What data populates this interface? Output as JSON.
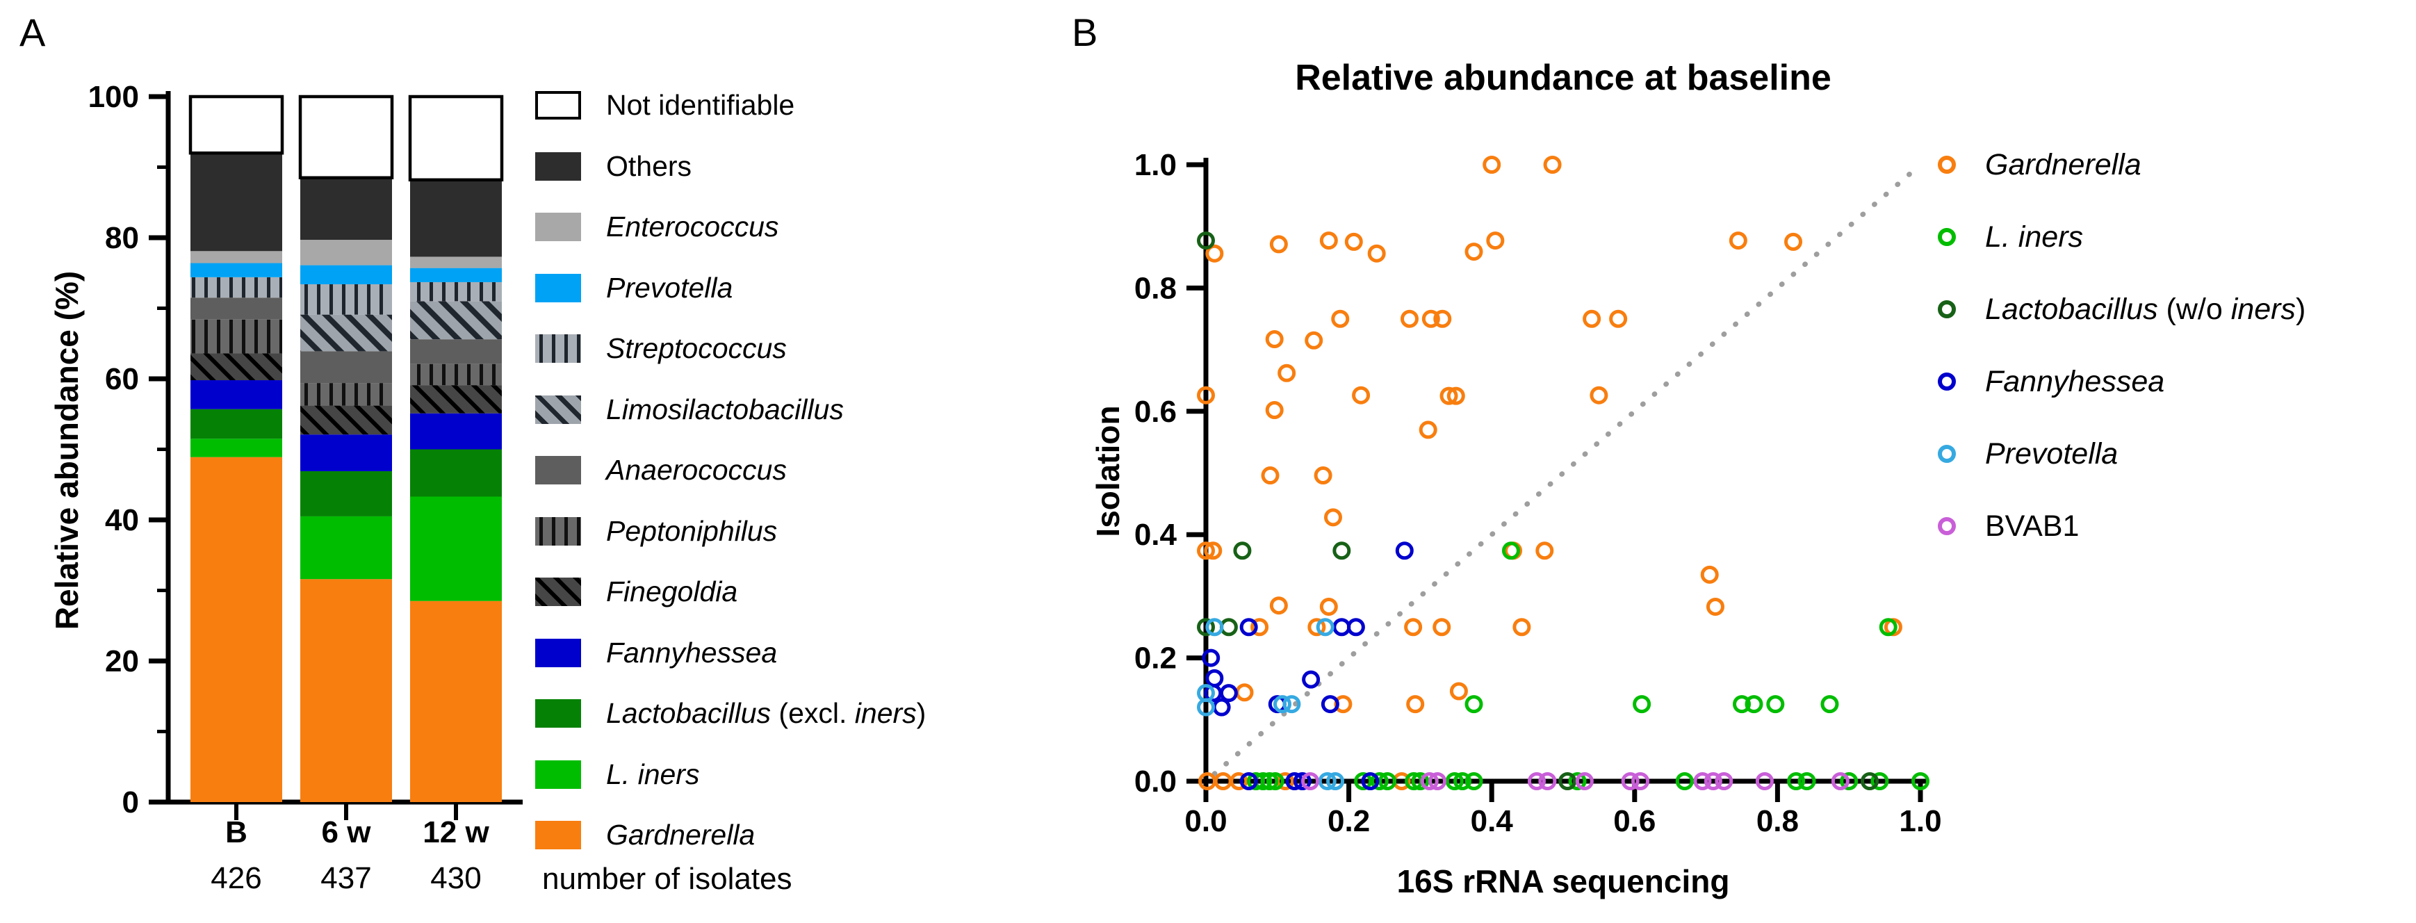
{
  "chart_data": [
    {
      "id": "panel_a",
      "type": "bar",
      "stacked": true,
      "panel_label": "A",
      "ylabel": "Relative abundance (%)",
      "ylim": [
        0,
        100
      ],
      "yticks": [
        0,
        20,
        40,
        60,
        80,
        100
      ],
      "minor_yticks": [
        10,
        30,
        50,
        70,
        90
      ],
      "categories": [
        "B",
        "6 w",
        "12 w"
      ],
      "category_counts": [
        "426",
        "437",
        "430"
      ],
      "counts_note": "number of isolates",
      "series_bottom_to_top": [
        {
          "name": "Gardnerella",
          "italic": true,
          "pattern": "solid",
          "color": "#F87E0F",
          "values": [
            48.9,
            31.6,
            28.5
          ]
        },
        {
          "name": "L. iners",
          "italic": true,
          "pattern": "solid",
          "color": "#00BD00",
          "values": [
            2.6,
            8.9,
            14.8
          ]
        },
        {
          "name": "Lactobacillus (excl. iners)",
          "italic": false,
          "pattern": "solid",
          "color": "#058205",
          "label_parts": [
            {
              "t": "Lactobacillus",
              "i": true
            },
            {
              "t": " (excl. ",
              "i": false
            },
            {
              "t": "iners",
              "i": true
            },
            {
              "t": ")",
              "i": false
            }
          ],
          "values": [
            4.2,
            6.4,
            6.7
          ]
        },
        {
          "name": "Fannyhessea",
          "italic": true,
          "pattern": "solid",
          "color": "#0000CD",
          "values": [
            4.1,
            5.2,
            5.1
          ]
        },
        {
          "name": "Finegoldia",
          "italic": true,
          "pattern": "diag-dark",
          "color": "#464646",
          "values": [
            3.8,
            4.1,
            4.0
          ]
        },
        {
          "name": "Peptoniphilus",
          "italic": true,
          "pattern": "vert-dark",
          "color": "#696969",
          "values": [
            4.8,
            3.2,
            3.0
          ]
        },
        {
          "name": "Anaerococcus",
          "italic": true,
          "pattern": "solid",
          "color": "#5E5E5E",
          "values": [
            3.1,
            4.5,
            3.5
          ]
        },
        {
          "name": "Limosilactobacillus",
          "italic": true,
          "pattern": "diag-light",
          "color": "#9EA4AB",
          "values": [
            0,
            5.2,
            5.4
          ]
        },
        {
          "name": "Streptococcus",
          "italic": true,
          "pattern": "vert-light",
          "color": "#A9AFB6",
          "values": [
            2.9,
            4.3,
            2.7
          ]
        },
        {
          "name": "Prevotella",
          "italic": true,
          "pattern": "solid",
          "color": "#00A2F5",
          "values": [
            2.0,
            2.7,
            2.0
          ]
        },
        {
          "name": "Enterococcus",
          "italic": true,
          "pattern": "solid",
          "color": "#A8A8A8",
          "values": [
            1.7,
            3.6,
            1.6
          ]
        },
        {
          "name": "Others",
          "italic": false,
          "pattern": "solid",
          "color": "#2D2D2D",
          "values": [
            13.9,
            8.8,
            10.9
          ]
        },
        {
          "name": "Not identifiable",
          "italic": false,
          "pattern": "outlined",
          "color": "#FFFFFF",
          "values": [
            8.0,
            11.5,
            11.8
          ]
        }
      ]
    },
    {
      "id": "panel_b",
      "type": "scatter",
      "panel_label": "B",
      "title": "Relative abundance at baseline",
      "xlabel": "16S rRNA sequencing",
      "ylabel": "Isolation",
      "xlim": [
        0,
        1
      ],
      "ylim": [
        0,
        1
      ],
      "xtick_labels": [
        "0.0",
        "0.2",
        "0.4",
        "0.6",
        "0.8",
        "1.0"
      ],
      "ytick_labels": [
        "0.0",
        "0.2",
        "0.4",
        "0.6",
        "0.8",
        "1.0"
      ],
      "identity_line": true,
      "identity_line_color": "#9E9E9E",
      "series": [
        {
          "name": "Gardnerella",
          "italic": true,
          "color": "#F87E0F",
          "points": [
            [
              0.4,
              1.0
            ],
            [
              0.485,
              1.0
            ],
            [
              0.012,
              0.856
            ],
            [
              0.102,
              0.871
            ],
            [
              0.172,
              0.877
            ],
            [
              0.207,
              0.875
            ],
            [
              0.239,
              0.856
            ],
            [
              0.375,
              0.859
            ],
            [
              0.405,
              0.877
            ],
            [
              0.745,
              0.877
            ],
            [
              0.822,
              0.875
            ],
            [
              0.188,
              0.75
            ],
            [
              0.285,
              0.75
            ],
            [
              0.315,
              0.75
            ],
            [
              0.331,
              0.75
            ],
            [
              0.54,
              0.75
            ],
            [
              0.577,
              0.75
            ],
            [
              0.096,
              0.717
            ],
            [
              0.151,
              0.715
            ],
            [
              0.113,
              0.662
            ],
            [
              0.0,
              0.626
            ],
            [
              0.217,
              0.626
            ],
            [
              0.34,
              0.625
            ],
            [
              0.35,
              0.625
            ],
            [
              0.55,
              0.626
            ],
            [
              0.096,
              0.602
            ],
            [
              0.311,
              0.57
            ],
            [
              0.09,
              0.496
            ],
            [
              0.164,
              0.496
            ],
            [
              0.178,
              0.428
            ],
            [
              0.0,
              0.374
            ],
            [
              0.01,
              0.374
            ],
            [
              0.43,
              0.374
            ],
            [
              0.474,
              0.374
            ],
            [
              0.705,
              0.335
            ],
            [
              0.102,
              0.285
            ],
            [
              0.172,
              0.283
            ],
            [
              0.713,
              0.283
            ],
            [
              0.075,
              0.25
            ],
            [
              0.155,
              0.25
            ],
            [
              0.29,
              0.25
            ],
            [
              0.33,
              0.25
            ],
            [
              0.442,
              0.25
            ],
            [
              0.962,
              0.25
            ],
            [
              0.054,
              0.144
            ],
            [
              0.354,
              0.146
            ],
            [
              0.192,
              0.125
            ],
            [
              0.293,
              0.125
            ],
            [
              0.002,
              0.0
            ],
            [
              0.024,
              0.0
            ],
            [
              0.046,
              0.0
            ],
            [
              0.111,
              0.0
            ],
            [
              0.274,
              0.0
            ]
          ]
        },
        {
          "name": "L. iners",
          "italic": true,
          "color": "#00BD00",
          "points": [
            [
              0.427,
              0.374
            ],
            [
              0.955,
              0.25
            ],
            [
              0.375,
              0.125
            ],
            [
              0.61,
              0.125
            ],
            [
              0.75,
              0.125
            ],
            [
              0.767,
              0.125
            ],
            [
              0.797,
              0.125
            ],
            [
              0.873,
              0.125
            ],
            [
              0.07,
              0.0
            ],
            [
              0.08,
              0.0
            ],
            [
              0.089,
              0.0
            ],
            [
              0.097,
              0.0
            ],
            [
              0.22,
              0.0
            ],
            [
              0.243,
              0.0
            ],
            [
              0.254,
              0.0
            ],
            [
              0.291,
              0.0
            ],
            [
              0.3,
              0.0
            ],
            [
              0.348,
              0.0
            ],
            [
              0.359,
              0.0
            ],
            [
              0.375,
              0.0
            ],
            [
              0.52,
              0.0
            ],
            [
              0.67,
              0.0
            ],
            [
              0.826,
              0.0
            ],
            [
              0.841,
              0.0
            ],
            [
              0.9,
              0.0
            ],
            [
              0.943,
              0.0
            ],
            [
              1.0,
              0.0
            ]
          ]
        },
        {
          "name": "Lactobacillus (w/o iners)",
          "italic": false,
          "color": "#176117",
          "label_parts": [
            {
              "t": "Lactobacillus",
              "i": true
            },
            {
              "t": " (w/o ",
              "i": false
            },
            {
              "t": "iners",
              "i": true
            },
            {
              "t": ")",
              "i": false
            }
          ],
          "points": [
            [
              0.0,
              0.877
            ],
            [
              0.051,
              0.374
            ],
            [
              0.19,
              0.374
            ],
            [
              0.0,
              0.25
            ],
            [
              0.032,
              0.25
            ],
            [
              0.506,
              0.0
            ],
            [
              0.929,
              0.0
            ]
          ]
        },
        {
          "name": "Fannyhessea",
          "italic": true,
          "color": "#0000CD",
          "points": [
            [
              0.278,
              0.374
            ],
            [
              0.06,
              0.25
            ],
            [
              0.19,
              0.25
            ],
            [
              0.21,
              0.25
            ],
            [
              0.007,
              0.2
            ],
            [
              0.012,
              0.167
            ],
            [
              0.147,
              0.165
            ],
            [
              0.01,
              0.143
            ],
            [
              0.032,
              0.143
            ],
            [
              0.022,
              0.12
            ],
            [
              0.1,
              0.125
            ],
            [
              0.174,
              0.125
            ],
            [
              0.06,
              0.0
            ],
            [
              0.124,
              0.0
            ],
            [
              0.135,
              0.0
            ],
            [
              0.23,
              0.0
            ]
          ]
        },
        {
          "name": "Prevotella",
          "italic": true,
          "color": "#36A9E1",
          "points": [
            [
              0.012,
              0.25
            ],
            [
              0.167,
              0.25
            ],
            [
              0.0,
              0.143
            ],
            [
              0.0,
              0.12
            ],
            [
              0.107,
              0.125
            ],
            [
              0.12,
              0.125
            ],
            [
              0.17,
              0.0
            ],
            [
              0.181,
              0.0
            ]
          ]
        },
        {
          "name": "BVAB1",
          "italic": false,
          "color": "#C95FD8",
          "points": [
            [
              0.146,
              0.0
            ],
            [
              0.313,
              0.0
            ],
            [
              0.324,
              0.0
            ],
            [
              0.463,
              0.0
            ],
            [
              0.478,
              0.0
            ],
            [
              0.53,
              0.0
            ],
            [
              0.594,
              0.0
            ],
            [
              0.608,
              0.0
            ],
            [
              0.695,
              0.0
            ],
            [
              0.71,
              0.0
            ],
            [
              0.725,
              0.0
            ],
            [
              0.782,
              0.0
            ],
            [
              0.888,
              0.0
            ]
          ]
        }
      ]
    }
  ]
}
